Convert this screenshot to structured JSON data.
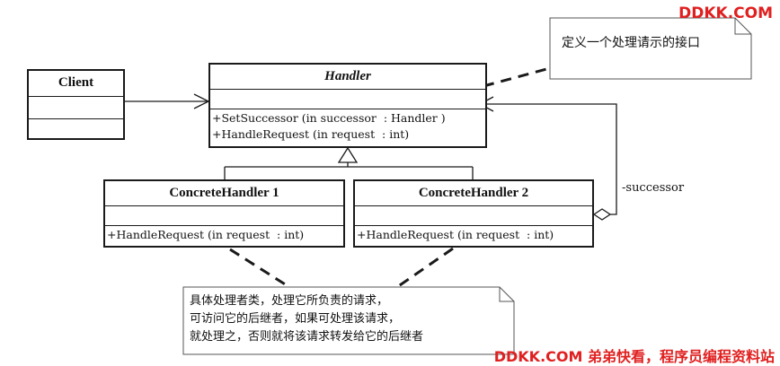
{
  "watermark_top": "DDKK.COM",
  "watermark_bottom": "DDKK.COM 弟弟快看，程序员编程资料站",
  "note_interface": "定义一个处理请示的接口",
  "note_concrete": [
    "具体处理者类，处理它所负责的请求，",
    "可访问它的后继者，如果可处理该请求，",
    "就处理之，否则就将该请求转发给它的后继者"
  ],
  "client": {
    "name": "Client"
  },
  "handler": {
    "name": "Handler",
    "operations": [
      "+SetSuccessor (in successor  : Handler )",
      "+HandleRequest (in request  : int)"
    ]
  },
  "concrete1": {
    "name": "ConcreteHandler 1",
    "operations": [
      "+HandleRequest (in request  : int)"
    ]
  },
  "concrete2": {
    "name": "ConcreteHandler 2",
    "operations": [
      "+HandleRequest (in request  : int)"
    ]
  },
  "successor_label": "-successor",
  "colors": {
    "watermark": "#e02020",
    "line": "#1a1a1a"
  }
}
